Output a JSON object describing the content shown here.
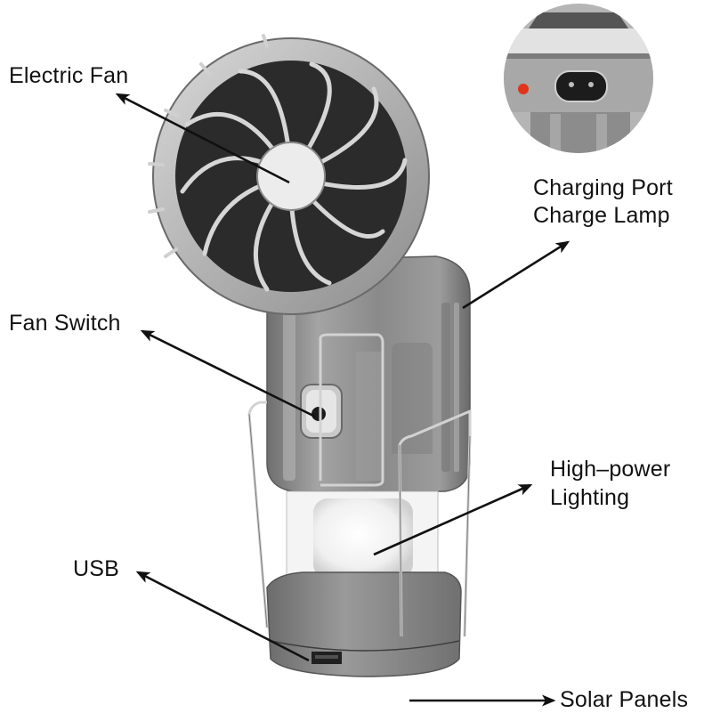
{
  "diagram": {
    "type": "product-feature-callout",
    "subject": "Solar camping lantern with electric fan",
    "background_color": "#ffffff",
    "label_color": "#111111",
    "arrow_color": "#111111",
    "body_color": "#8e8e8e",
    "indicator_color": "#e0341c"
  },
  "callouts": [
    {
      "id": "electric-fan",
      "label": "Electric Fan"
    },
    {
      "id": "charging-port",
      "lines": [
        "Charging Port",
        "Charge Lamp"
      ]
    },
    {
      "id": "fan-switch",
      "label": "Fan Switch"
    },
    {
      "id": "high-power-lighting",
      "lines": [
        "High–power",
        "Lighting"
      ]
    },
    {
      "id": "usb",
      "label": "USB"
    },
    {
      "id": "solar-panels",
      "label": "Solar Panels"
    }
  ],
  "inset": {
    "subject": "charging-port-closeup",
    "shows": [
      "solar-panel-strip",
      "red-charge-indicator-lamp",
      "figure-8-ac-socket"
    ]
  }
}
